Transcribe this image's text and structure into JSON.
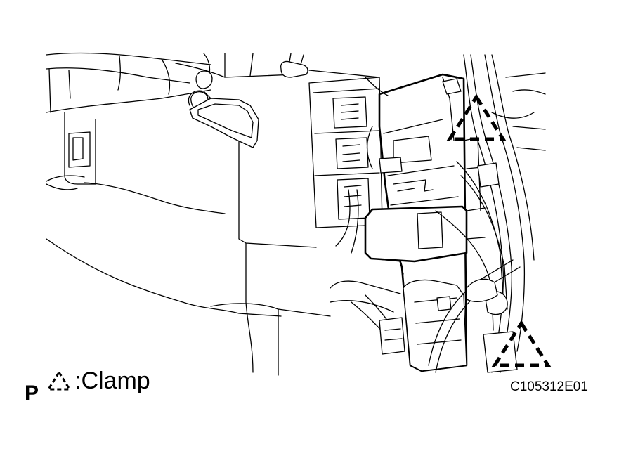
{
  "figure": {
    "view_letter": "P",
    "legend": {
      "symbol": "dashed-triangle-icon",
      "label": ":Clamp"
    },
    "figure_code": "C105312E01"
  },
  "callouts": [
    {
      "symbol": "dashed-triangle-icon",
      "meaning": "clamp"
    },
    {
      "symbol": "dashed-triangle-icon",
      "meaning": "clamp"
    }
  ],
  "colors": {
    "line": "#000000",
    "background": "#ffffff"
  }
}
